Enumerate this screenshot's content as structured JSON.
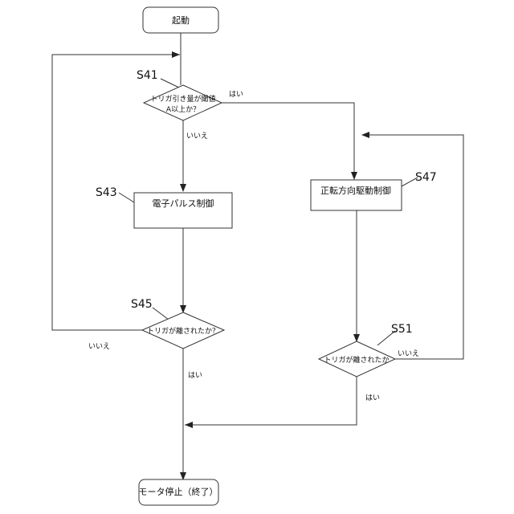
{
  "nodes": {
    "start": "起動",
    "decision_s41_line1": "トリガ引き量が閾値",
    "decision_s41_line2": "A以上か？",
    "electronic_pulse": "電子パルス制御",
    "decision_s45": "トリガが離されたか？",
    "forward_drive": "正転方向駆動制御",
    "decision_s51": "トリガが離されたか",
    "end": "モータ停止（終了）"
  },
  "steps": {
    "s41": "S41",
    "s43": "S43",
    "s45": "S45",
    "s47": "S47",
    "s51": "S51"
  },
  "branch_labels": {
    "s41_yes": "はい",
    "s41_no": "いいえ",
    "s45_no": "いいえ",
    "s45_yes": "はい",
    "s51_no": "いいえ",
    "s51_yes": "はい"
  }
}
